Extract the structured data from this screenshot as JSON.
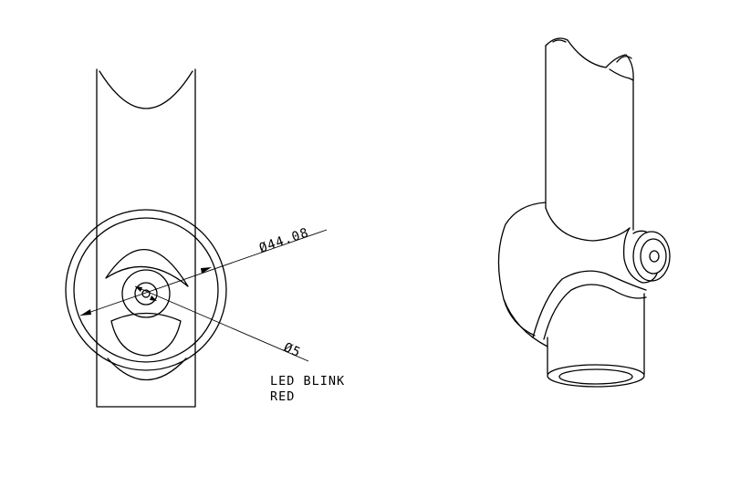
{
  "dimensions": {
    "outer_diameter": "Ø44.08",
    "led_diameter": "Ø5"
  },
  "note": {
    "line1": "LED BLINK",
    "line2": "RED"
  }
}
